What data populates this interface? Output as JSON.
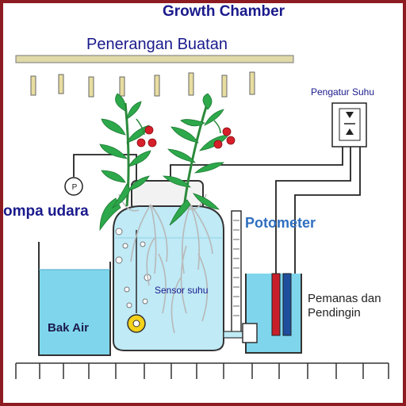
{
  "labels": {
    "title": "Growth Chamber",
    "lighting": "Penerangan Buatan",
    "thermostat": "Pengatur Suhu",
    "air_pump": "ompa udara",
    "potometer": "Potometer",
    "temp_sensor": "Sensor suhu",
    "heater_cooler_line1": "Pemanas dan",
    "heater_cooler_line2": "Pendingin",
    "water_tank": "Bak Air",
    "pump_gauge_symbol": "P"
  },
  "colors": {
    "frame": "#8c1c22",
    "title_text": "#1a1a8c",
    "potometer_text": "#2f6fc0",
    "water": "#7fd6ec",
    "light_fixture": "#e0d9a8",
    "leaf": "#2da84a",
    "tomato": "#d61f2a",
    "heater_bar": "#c8202a",
    "cooler_bar": "#1f4f9c",
    "bubble_marker": "#f4d21a"
  }
}
